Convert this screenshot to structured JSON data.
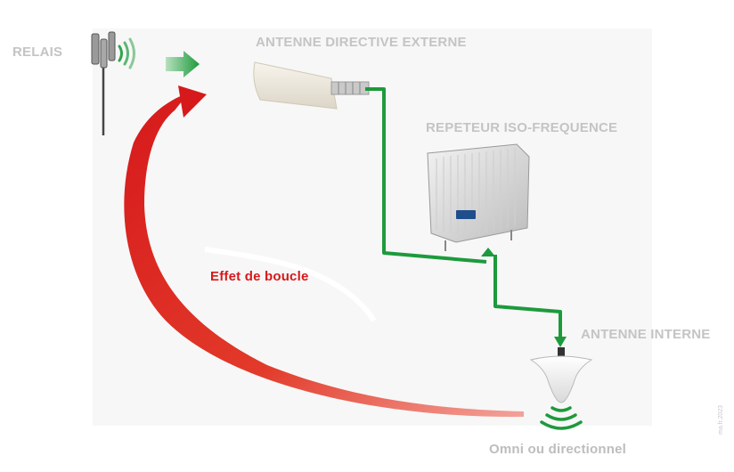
{
  "labels": {
    "relais": "RELAIS",
    "antenne_externe": "ANTENNE DIRECTIVE EXTERNE",
    "repeteur": "REPETEUR ISO-FREQUENCE",
    "antenne_interne": "ANTENNE INTERNE",
    "omni": "Omni ou directionnel",
    "boucle": "Effet de boucle"
  },
  "watermark": "ma.fr.2023",
  "colors": {
    "signal_green": "#1d9a3c",
    "loop_red": "#d6191b",
    "label_gray": "#c4c4c4"
  }
}
